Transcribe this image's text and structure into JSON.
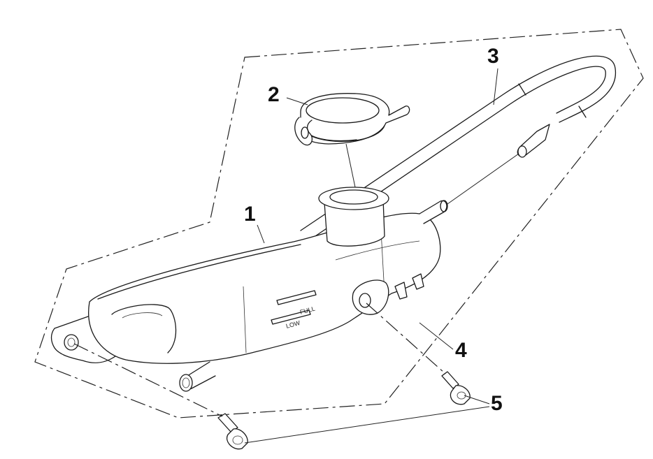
{
  "callouts": {
    "c1": "1",
    "c2": "2",
    "c3": "3",
    "c4": "4",
    "c5": "5"
  },
  "tank_marks": {
    "full": "FULL",
    "low": "LOW"
  }
}
